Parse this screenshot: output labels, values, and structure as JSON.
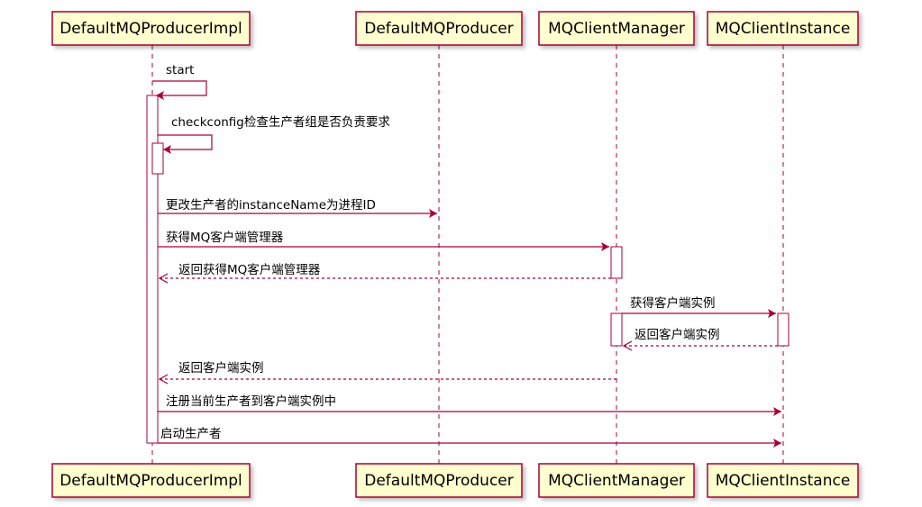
{
  "participants": [
    {
      "id": "impl",
      "name": "DefaultMQProducerImpl"
    },
    {
      "id": "producer",
      "name": "DefaultMQProducer"
    },
    {
      "id": "manager",
      "name": "MQClientManager"
    },
    {
      "id": "instance",
      "name": "MQClientInstance"
    }
  ],
  "messages": [
    {
      "from": "impl",
      "to": "impl",
      "text": "start",
      "kind": "self"
    },
    {
      "from": "impl",
      "to": "impl",
      "text": "checkconfig检查生产者组是否负责要求",
      "kind": "self"
    },
    {
      "from": "impl",
      "to": "producer",
      "text": "更改生产者的instanceName为进程ID",
      "kind": "sync"
    },
    {
      "from": "impl",
      "to": "manager",
      "text": "获得MQ客户端管理器",
      "kind": "sync"
    },
    {
      "from": "manager",
      "to": "impl",
      "text": "返回获得MQ客户端管理器",
      "kind": "return"
    },
    {
      "from": "manager",
      "to": "instance",
      "text": "获得客户端实例",
      "kind": "sync"
    },
    {
      "from": "instance",
      "to": "manager",
      "text": "返回客户端实例",
      "kind": "return"
    },
    {
      "from": "manager",
      "to": "impl",
      "text": "返回客户端实例",
      "kind": "return"
    },
    {
      "from": "impl",
      "to": "instance",
      "text": "注册当前生产者到客户端实例中",
      "kind": "sync"
    },
    {
      "from": "impl",
      "to": "instance",
      "text": "启动生产者",
      "kind": "sync"
    }
  ]
}
